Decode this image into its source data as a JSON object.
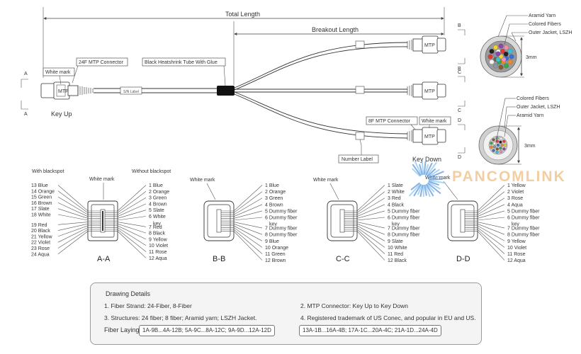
{
  "dimensions": {
    "total_length": "Total Length",
    "breakout_length": "Breakout Length"
  },
  "callouts": {
    "white_mark_left": "White mark",
    "mtp24": "24F MTP Connector",
    "heatshrink": "Black Heatshrink Tube With Glue",
    "mtp8": "8F MTP Connector",
    "white_mark_right": "White mark",
    "number_label": "Number Label",
    "key_up": "Key Up",
    "key_down": "Key Down",
    "sn_label": "S/N Label"
  },
  "section_letters": {
    "a": "A",
    "b": "B",
    "c": "C",
    "d": "D"
  },
  "cross_section_top": {
    "aramid": "Aramid Yarn",
    "colored": "Colored Fibers",
    "jacket": "Outer Jacket, LSZH",
    "diameter": "3mm"
  },
  "cross_section_bottom": {
    "colored": "Colored Fibers",
    "jacket": "Outer Jacket, LSZH",
    "aramid": "Aramid Yarn",
    "diameter": "3mm"
  },
  "pinouts": {
    "aa": {
      "with_blackspot": "With blackspot",
      "without_blackspot": "Without blackspot",
      "white_mark": "White mark",
      "left": [
        "13 Blue",
        "14 Orange",
        "15 Green",
        "16 Brown",
        "17 Slate",
        "18 White",
        "19 Red",
        "20 Black",
        "21 Yellow",
        "22 Violet",
        "23 Rose",
        "24 Aqua"
      ],
      "right": [
        "1 Blue",
        "2 Orange",
        "3 Green",
        "4 Brown",
        "5 Slate",
        "6 White",
        "7 Red",
        "8 Black",
        "9 Yellow",
        "10 Violet",
        "11 Rose",
        "12 Aqua"
      ],
      "caption": "A-A"
    },
    "bb": {
      "white_mark": "White mark",
      "right": [
        "1 Blue",
        "2 Orange",
        "3 Green",
        "4 Brown",
        "5 Dummy fiber",
        "6 Dummy fiber",
        "7 Dummy fiber",
        "8 Dummy fiber",
        "9 Blue",
        "10 Orange",
        "11 Green",
        "12 Brown"
      ],
      "caption": "B-B"
    },
    "cc": {
      "white_mark": "White mark",
      "right": [
        "1 Slate",
        "2 White",
        "3 Red",
        "4 Black",
        "5 Dummy fiber",
        "6 Dummy fiber",
        "7 Dummy fiber",
        "8 Dummy fiber",
        "9 Slate",
        "10 White",
        "11 Red",
        "12 Black"
      ],
      "caption": "C-C"
    },
    "dd": {
      "white_mark": "White mark",
      "right": [
        "1 Yellow",
        "2 Violet",
        "3 Rose",
        "4 Aqua",
        "5 Dummy fiber",
        "6 Dummy fiber",
        "7 Dummy fiber",
        "8 Dummy fiber",
        "9 Yellow",
        "10 Violet",
        "11 Rose",
        "12 Aqua"
      ],
      "caption": "D-D"
    },
    "key": "key"
  },
  "logo": {
    "text": "PANCOMLINK"
  },
  "details": {
    "title": "Drawing Details",
    "item1": "1. Fiber Strand: 24-Fiber, 8-Fiber",
    "item2": "2. MTP Connector: Key Up to Key Down",
    "item3": "3. Structures: 24 fiber; 8 fiber; Aramid yarn; LSZH Jacket.",
    "item4": "4. Registered trademark of US Conec, and popular in EU and US.",
    "laying_label": "Fiber Laying:",
    "laying_1": "1A-9B...4A-12B; 5A-9C...8A-12C; 9A-9D...12A-12D",
    "laying_2": "13A-1B...16A-4B; 17A-1C...20A-4C; 21A-1D...24A-4D"
  },
  "colors": {
    "fiber_blue": "#3a6fd8",
    "fiber_orange": "#f08a24",
    "fiber_green": "#34a853",
    "fiber_brown": "#8b5a2b",
    "fiber_slate": "#8a96a3",
    "fiber_white": "#f2f2f2",
    "fiber_red": "#e03a3a",
    "fiber_black": "#222222",
    "fiber_yellow": "#f2d22e",
    "fiber_violet": "#8e44ad",
    "fiber_rose": "#f08fb0",
    "fiber_aqua": "#36c5d8",
    "logo": "#edbe82"
  }
}
